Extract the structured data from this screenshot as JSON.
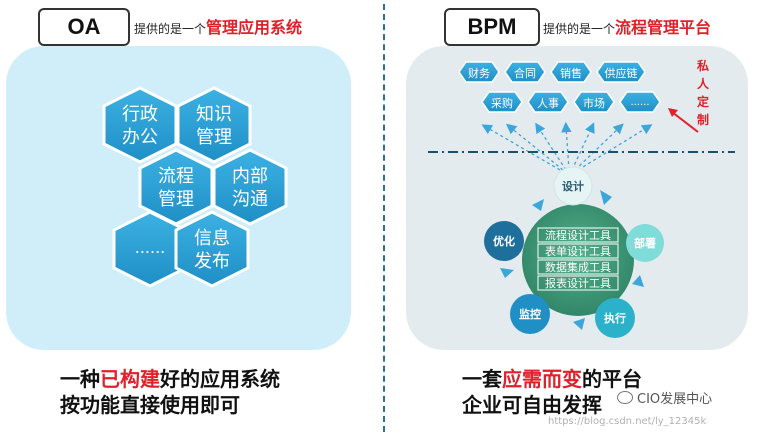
{
  "left": {
    "tag": "OA",
    "subtitle_prefix": "提供的是一个",
    "subtitle_highlight": "管理应用系统",
    "hexagons": [
      {
        "line1": "行政",
        "line2": "办公"
      },
      {
        "line1": "知识",
        "line2": "管理"
      },
      {
        "line1": "流程",
        "line2": "管理"
      },
      {
        "line1": "内部",
        "line2": "沟通"
      },
      {
        "line1": "......",
        "line2": ""
      },
      {
        "line1": "信息",
        "line2": "发布"
      }
    ],
    "footer_line1_a": "一种",
    "footer_line1_red": "已构建",
    "footer_line1_b": "好的应用系统",
    "footer_line2": "按功能直接使用即可"
  },
  "right": {
    "tag": "BPM",
    "subtitle_prefix": "提供的是一个",
    "subtitle_highlight": "流程管理平台",
    "top_row": [
      "财务",
      "合同",
      "销售",
      "供应链"
    ],
    "second_row": [
      "采购",
      "人事",
      "市场",
      "......"
    ],
    "side_label": [
      "私",
      "人",
      "定",
      "制"
    ],
    "cycle": [
      "设计",
      "部署",
      "执行",
      "监控",
      "优化"
    ],
    "center_tools": [
      "流程设计工具",
      "表单设计工具",
      "数据集成工具",
      "报表设计工具"
    ],
    "footer_line1_a": "一套",
    "footer_line1_red": "应需而变",
    "footer_line1_b": "的平台",
    "footer_line2": "企业可自由发挥"
  },
  "watermark": "CIO发展中心",
  "watermark_url": "https://blog.csdn.net/ly_12345k",
  "colors": {
    "hex_blue": "#2ea3d8",
    "panel_light": "#cfeefa",
    "panel_grey": "#e4ebee",
    "accent_red": "#e0202a",
    "center_green": "#3f9a78"
  }
}
